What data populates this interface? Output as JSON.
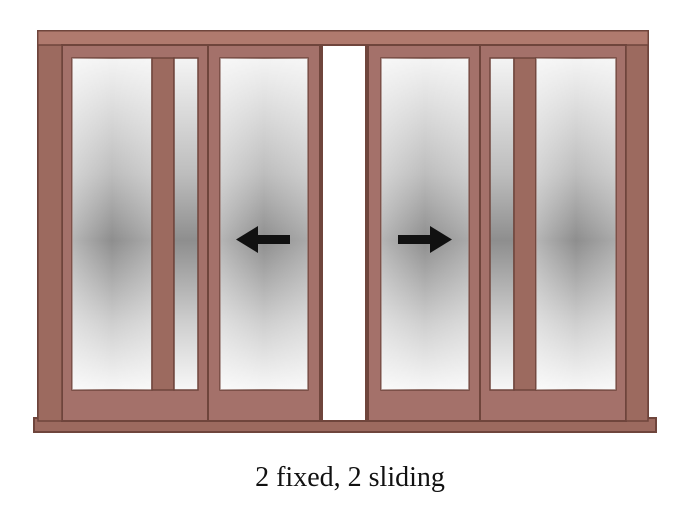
{
  "caption": "2 fixed, 2 sliding",
  "panels": [
    {
      "type": "fixed"
    },
    {
      "type": "sliding",
      "arrow": "left"
    },
    {
      "type": "sliding",
      "arrow": "right"
    },
    {
      "type": "fixed"
    }
  ],
  "colors": {
    "frame": "#9c6a5f",
    "frame_dark": "#6f453c",
    "frame_light": "#b98478",
    "glass_light": "#f6f6f6",
    "glass_dark": "#8f8f8f",
    "arrow": "#111111"
  }
}
